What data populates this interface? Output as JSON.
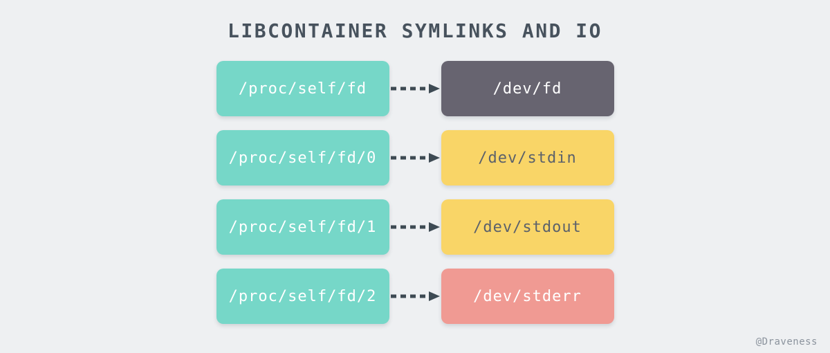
{
  "title": "LIBCONTAINER SYMLINKS AND IO",
  "watermark": "@Draveness",
  "colors": {
    "background": "#eef0f2",
    "source_box": "#76d7c8",
    "target_dark": "#676470",
    "target_yellow": "#f9d567",
    "target_salmon": "#f09a93",
    "arrow": "#3d4a53",
    "title_text": "#47525d",
    "text_on_light": "#5b616b",
    "text_on_dark": "#ffffff"
  },
  "rows": [
    {
      "source": "/proc/self/fd",
      "target": "/dev/fd",
      "target_style": "dark"
    },
    {
      "source": "/proc/self/fd/0",
      "target": "/dev/stdin",
      "target_style": "yellow"
    },
    {
      "source": "/proc/self/fd/1",
      "target": "/dev/stdout",
      "target_style": "yellow"
    },
    {
      "source": "/proc/self/fd/2",
      "target": "/dev/stderr",
      "target_style": "salmon"
    }
  ]
}
